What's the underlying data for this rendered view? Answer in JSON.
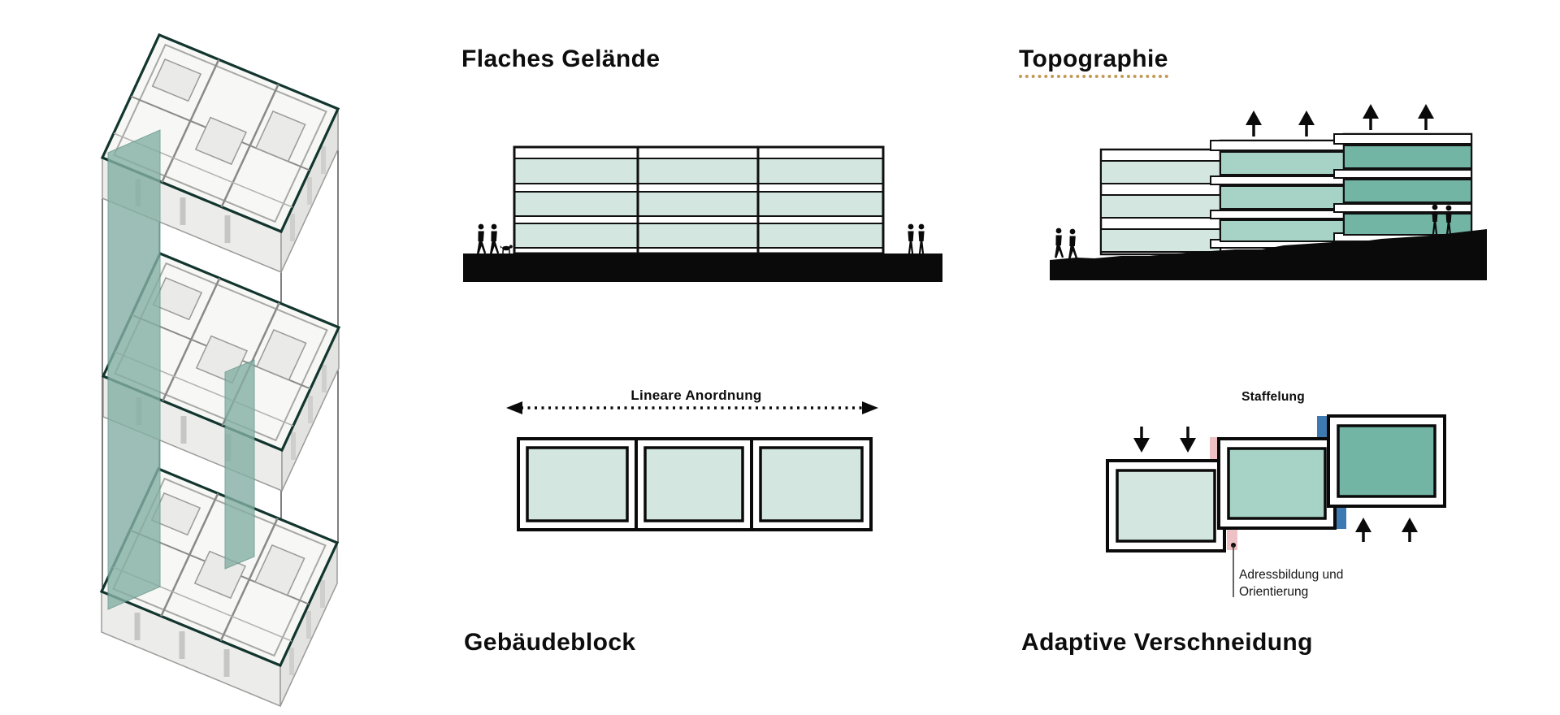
{
  "palette": {
    "teal_light": "#d3e6df",
    "teal_medium": "#a6d3c6",
    "teal_dark": "#72b5a4",
    "shaft_teal": "#84afa4",
    "outline_dark": "#12352e",
    "pink": "#eec2c4",
    "blue": "#3d7ab2",
    "underline_gold": "#c39a55",
    "ink": "#0d0d0d"
  },
  "sections": {
    "flat_terrain": {
      "title": "Flaches Gelände"
    },
    "topography": {
      "title": "Topographie"
    },
    "building_block": {
      "title": "Gebäudeblock",
      "arrow_label": "Lineare Anordnung"
    },
    "adaptive_intersection": {
      "title": "Adaptive Verschneidung",
      "diagram_label": "Staffelung",
      "annotation": {
        "line1": "Adressbildung und",
        "line2": "Orientierung"
      }
    }
  }
}
